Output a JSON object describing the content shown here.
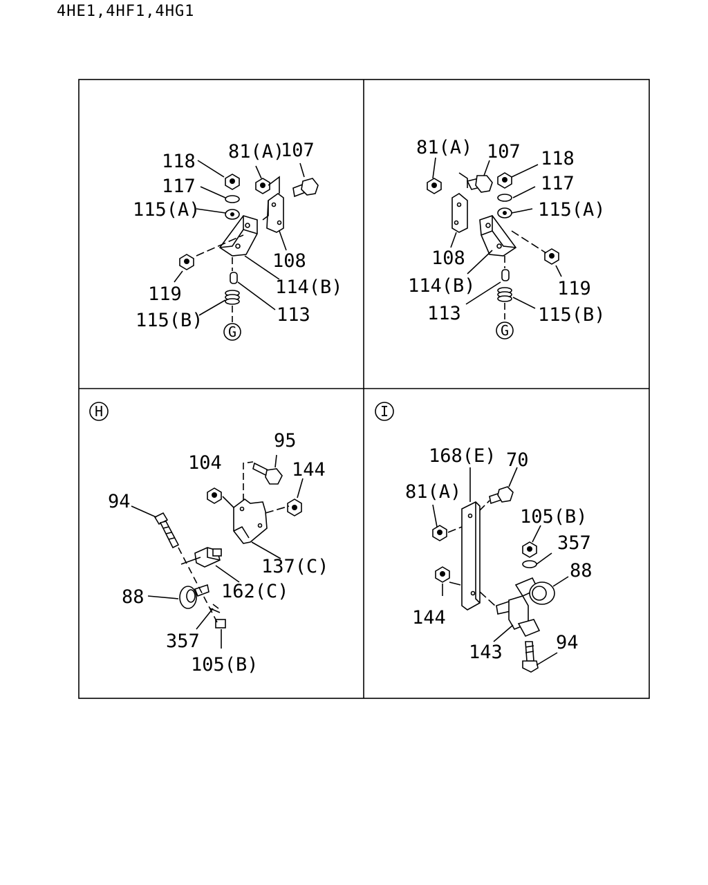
{
  "header": {
    "title": "4HE1,4HF1,4HG1"
  },
  "panel_top_left": {
    "labels": {
      "l118": "118",
      "l81a": "81(A)",
      "l107": "107",
      "l117": "117",
      "l115a": "115(A)",
      "l108": "108",
      "l119": "119",
      "l114b": "114(B)",
      "l115b": "115(B)",
      "l113": "113"
    },
    "marker": "G"
  },
  "panel_top_right": {
    "labels": {
      "l81a": "81(A)",
      "l107": "107",
      "l118": "118",
      "l117": "117",
      "l115a": "115(A)",
      "l108": "108",
      "l114b": "114(B)",
      "l119": "119",
      "l113": "113",
      "l115b": "115(B)"
    },
    "marker": "G"
  },
  "panel_bottom_left": {
    "marker": "H",
    "labels": {
      "l95": "95",
      "l104": "104",
      "l144": "144",
      "l94": "94",
      "l137c": "137(C)",
      "l162c": "162(C)",
      "l88": "88",
      "l357": "357",
      "l105b": "105(B)"
    }
  },
  "panel_bottom_right": {
    "marker": "I",
    "labels": {
      "l168e": "168(E)",
      "l70": "70",
      "l81a": "81(A)",
      "l105b": "105(B)",
      "l357": "357",
      "l88": "88",
      "l144": "144",
      "l143": "143",
      "l94": "94"
    }
  }
}
